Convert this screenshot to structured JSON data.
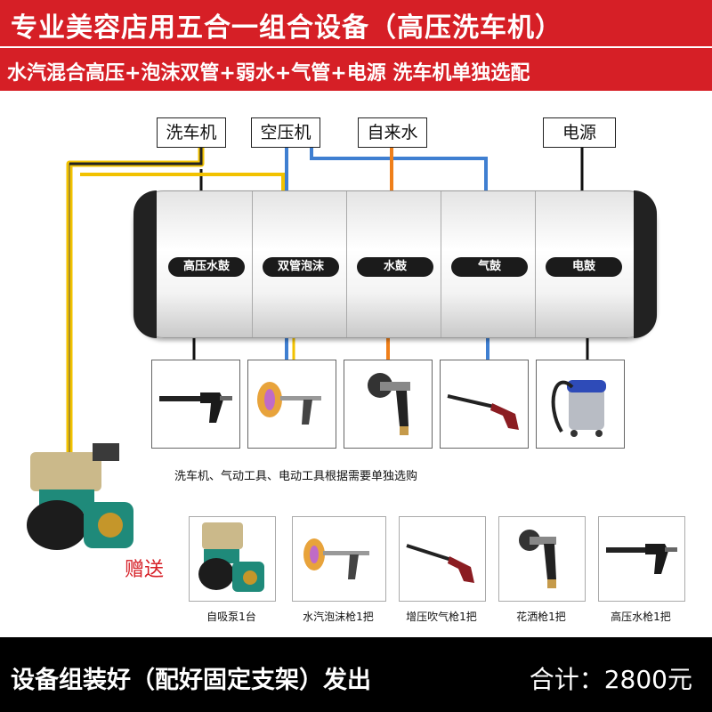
{
  "header": {
    "title": "专业美容店用五合一组合设备（高压洗车机）",
    "subtitle": "水汽混合高压+泡沫双管+弱水+气管+电源 洗车机单独选配"
  },
  "sources": [
    "洗车机",
    "空压机",
    "自来水",
    "电源"
  ],
  "drums": [
    "高压水鼓",
    "双管泡沫",
    "水鼓",
    "气鼓",
    "电鼓"
  ],
  "tools_icons": [
    "pressure-gun-icon",
    "foam-gun-icon",
    "spray-gun-icon",
    "air-blow-gun-icon",
    "vacuum-cleaner-icon"
  ],
  "note": "洗车机、气动工具、电动工具根据需要单独选购",
  "gift_label": "赠送",
  "gifts": [
    "自吸泵1台",
    "水汽泡沫枪1把",
    "增压吹气枪1把",
    "花洒枪1把",
    "高压水枪1把"
  ],
  "footer": {
    "left": "设备组装好（配好固定支架）发出",
    "right": "合计：2800元"
  },
  "colors": {
    "brand_red": "#d61f26",
    "pipe_blue": "#3f7fd1",
    "pipe_orange": "#ef7f1a",
    "pipe_yellow": "#f2c200",
    "pipe_black": "#111111"
  }
}
